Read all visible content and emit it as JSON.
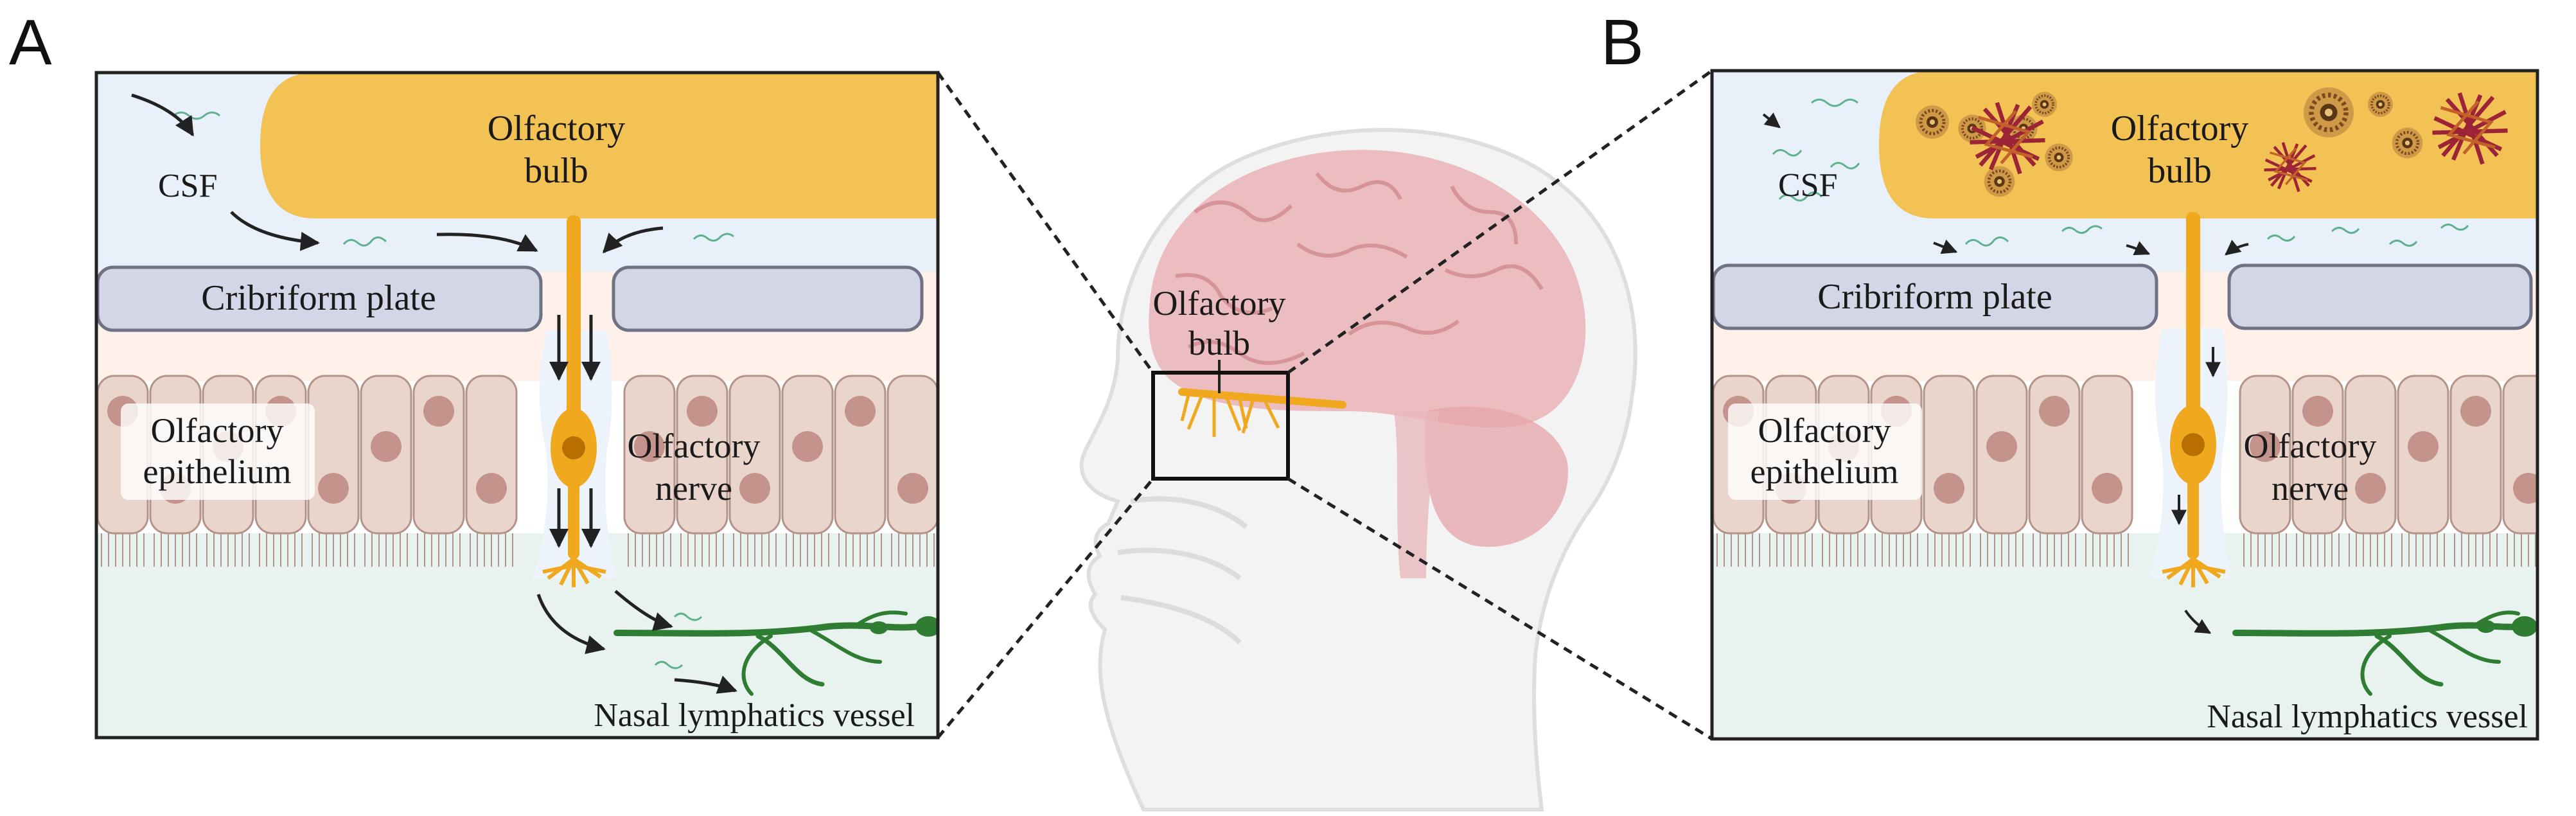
{
  "figure": {
    "panels": [
      {
        "letter": "A",
        "labels": {
          "csf": "CSF",
          "olfactory_bulb_line1": "Olfactory",
          "olfactory_bulb_line2": "bulb",
          "cribriform_plate": "Cribriform plate",
          "olfactory_epithelium_line1": "Olfactory",
          "olfactory_epithelium_line2": "epithelium",
          "olfactory_nerve_line1": "Olfactory",
          "olfactory_nerve_line2": "nerve",
          "nasal_lymphatics": "Nasal lymphatics vessel"
        }
      },
      {
        "letter": "B",
        "labels": {
          "csf": "CSF",
          "olfactory_bulb_line1": "Olfactory",
          "olfactory_bulb_line2": "bulb",
          "cribriform_plate": "Cribriform plate",
          "olfactory_epithelium_line1": "Olfactory",
          "olfactory_epithelium_line2": "epithelium",
          "olfactory_nerve_line1": "Olfactory",
          "olfactory_nerve_line2": "nerve",
          "nasal_lymphatics": "Nasal lymphatics vessel"
        }
      }
    ],
    "center": {
      "olfactory_bulb_line1": "Olfactory",
      "olfactory_bulb_line2": "bulb"
    },
    "colors": {
      "bulb": "#f2c255",
      "neuron": "#f0a81e",
      "plate": "#d3d6e6",
      "lymph": "#2f7d32",
      "csf_bg": "#e8f0fa",
      "epithelium": "#ead5cc",
      "nucleus": "#c4948c",
      "brain": "#e9b2b6",
      "plaque": "#8a5a2a",
      "tangle": "#a02a3a"
    }
  }
}
